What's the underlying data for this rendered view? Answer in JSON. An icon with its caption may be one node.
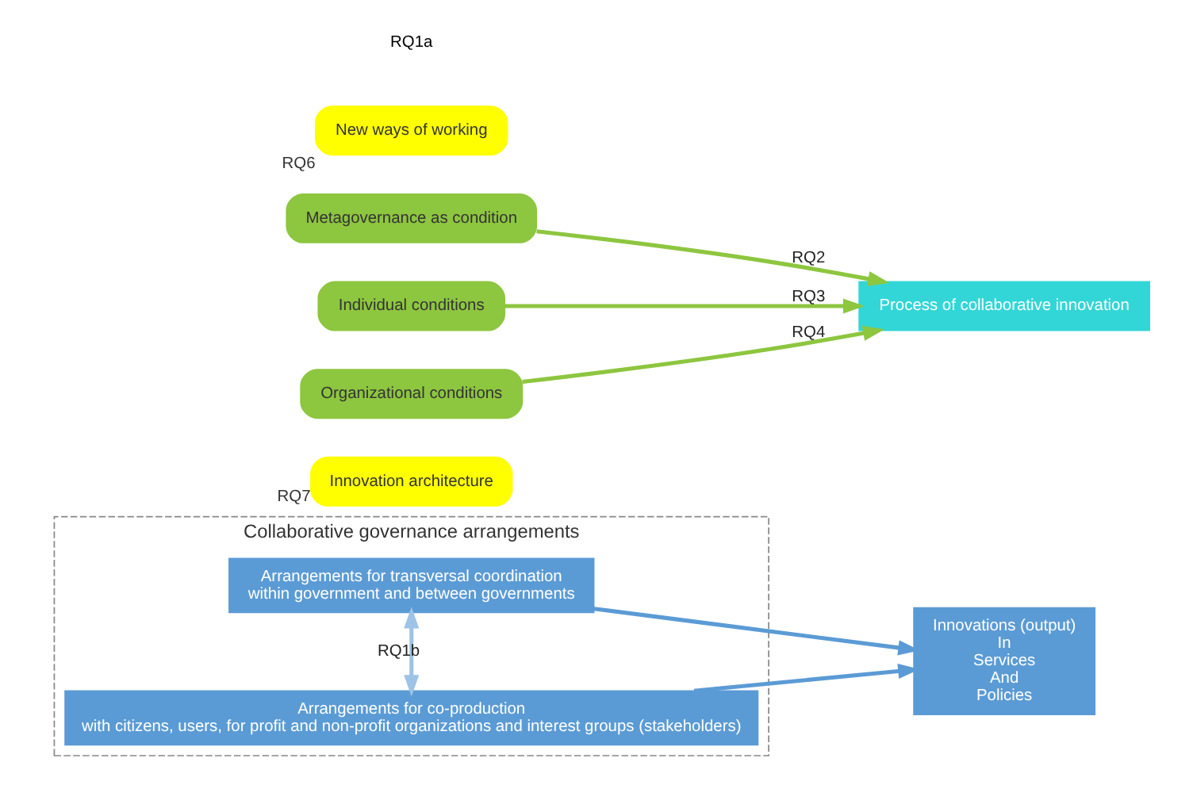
{
  "diagram": {
    "nodes": [
      {
        "text": [
          "Collaborative governance arrangements"
        ]
      },
      {
        "text": [
          "Arrangements for transversal coordination",
          "within government and between governments"
        ],
        "in": 0
      },
      {
        "text": [
          "Arrangements for co-production",
          "with citizens, users, for profit and non-profit organizations and interest groups (stakeholders)"
        ],
        "in": 0
      },
      {
        "text": [
          "Innovation architecture"
        ],
        "beside": [
          "RQ7"
        ]
      },
      {
        "text": [
          "Metagovernance as condition"
        ]
      },
      {
        "text": [
          "Process of collaborative innovation"
        ]
      },
      {
        "text": [
          "Innovations (output)",
          "In",
          "Services",
          "And",
          "Policies"
        ]
      },
      {
        "text": [
          "Individual conditions"
        ]
      },
      {
        "text": [
          "Organizational conditions"
        ]
      },
      {
        "text": [
          "New ways of working"
        ],
        "beside": [
          "RQ6"
        ]
      }
    ],
    "edges": [
      {
        "from": 1,
        "to": 6,
        "arrow": "to",
        "color": "#5b9bd5"
      },
      {
        "from": 2,
        "to": 6,
        "arrow": "to",
        "color": "#5b9bd5"
      },
      {
        "from": 1,
        "to": 2,
        "arrow": "both",
        "label": "RQ1b",
        "color": "#9dc3e6"
      },
      {
        "from": 4,
        "to": 5,
        "arrow": "to",
        "label": "RQ2",
        "color": "#8dc63f"
      },
      {
        "from": 7,
        "to": 5,
        "arrow": "to",
        "label": "RQ3",
        "color": "#8dc63f"
      },
      {
        "from": 8,
        "to": 5,
        "arrow": "to",
        "label": "RQ4",
        "color": "#8dc63f"
      }
    ],
    "labels": [
      "RQ1a"
    ]
  }
}
